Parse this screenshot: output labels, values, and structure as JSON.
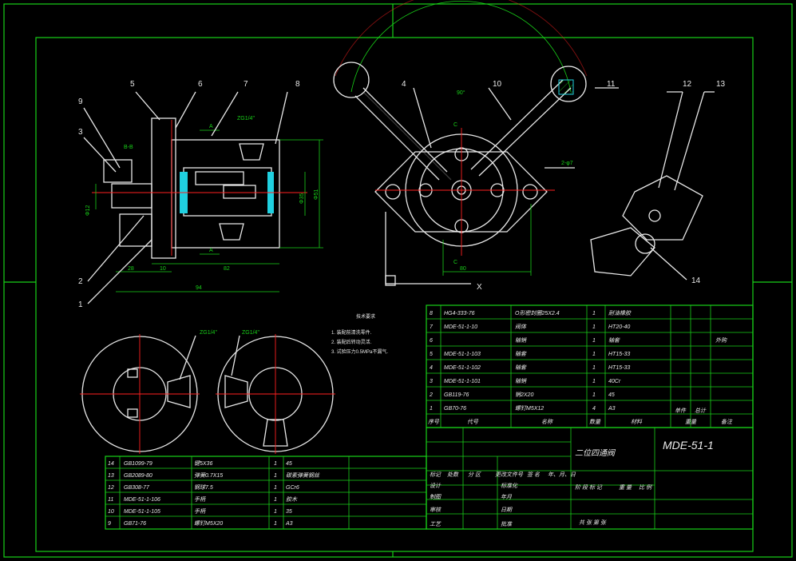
{
  "callouts": {
    "c1": "1",
    "c2": "2",
    "c3": "3",
    "c4": "4",
    "c5": "5",
    "c6": "6",
    "c7": "7",
    "c8": "8",
    "c9": "9",
    "c10": "10",
    "c11": "11",
    "c12": "12",
    "c13": "13",
    "c14": "14"
  },
  "dims": {
    "d_28": "28",
    "d_10": "10",
    "d_82": "82",
    "d_94": "94",
    "d_80": "80",
    "d_90deg": "90°",
    "d_2_47": "2-φ7",
    "d_zg_a": "ZG1/4\"",
    "d_zg_b": "ZG1/4\"",
    "d_zg_c": "ZG1/4\"",
    "sec_A1": "A",
    "sec_A2": "A",
    "sec_B": "B-B",
    "sec_C1": "C",
    "sec_C2": "C",
    "x_axis": "X",
    "d_phi_left": "Φ12",
    "d_phi_r1": "Φ35",
    "d_phi_r2": "Φ51"
  },
  "notes": {
    "title": "技术要求",
    "n1": "1. 装配前清洗零件.",
    "n2": "2. 装配后转动灵活.",
    "n3": "3. 试验压力0.5MPa不漏气."
  },
  "bom_upper": [
    {
      "no": "8",
      "code": "HG4-333-76",
      "name": "O形密封圈25X2.4",
      "qty": "1",
      "mat": "耐油橡胶",
      "note": ""
    },
    {
      "no": "7",
      "code": "MDE-51-1-10",
      "name": "阀体",
      "qty": "1",
      "mat": "HT20-40",
      "note": ""
    },
    {
      "no": "6",
      "code": "",
      "name": "轴销",
      "qty": "1",
      "mat": "轴套",
      "note": "外购"
    },
    {
      "no": "5",
      "code": "MDE-51-1-103",
      "name": "轴套",
      "qty": "1",
      "mat": "HT15-33",
      "note": ""
    },
    {
      "no": "4",
      "code": "MDE-51-1-102",
      "name": "轴套",
      "qty": "1",
      "mat": "HT15-33",
      "note": ""
    },
    {
      "no": "3",
      "code": "MDE-51-1-101",
      "name": "轴销",
      "qty": "1",
      "mat": "40Cr",
      "note": ""
    },
    {
      "no": "2",
      "code": "GB119-76",
      "name": "销2X20",
      "qty": "1",
      "mat": "45",
      "note": ""
    },
    {
      "no": "1",
      "code": "GB70-76",
      "name": "螺钉M5X12",
      "qty": "4",
      "mat": "A3",
      "note": ""
    }
  ],
  "bom_header": {
    "no": "序号",
    "code": "代号",
    "name": "名称",
    "qty": "数量",
    "mat": "材料",
    "single": "单件",
    "total": "总计",
    "weight": "重量",
    "note": "备注"
  },
  "bom_lower": [
    {
      "no": "14",
      "code": "GB1099-79",
      "name": "键5X36",
      "qty": "1",
      "mat": "45"
    },
    {
      "no": "13",
      "code": "GB2089-80",
      "name": "弹簧0.7X15",
      "qty": "1",
      "mat": "碳素弹簧钢丝"
    },
    {
      "no": "12",
      "code": "GB308-77",
      "name": "钢球7.5",
      "qty": "1",
      "mat": "GCr6"
    },
    {
      "no": "11",
      "code": "MDE-51-1-106",
      "name": "手柄",
      "qty": "1",
      "mat": "胶木"
    },
    {
      "no": "10",
      "code": "MDE-51-1-105",
      "name": "手柄",
      "qty": "1",
      "mat": "35"
    },
    {
      "no": "9",
      "code": "GB71-76",
      "name": "螺钉M5X20",
      "qty": "1",
      "mat": "A3"
    }
  ],
  "title_block": {
    "drawing_title": "二位四通阀",
    "drawing_no": "MDE-51-1",
    "rev_row": [
      "标记",
      "处数",
      "分 区",
      "更改文件号",
      "签 名",
      "年、月、日"
    ],
    "design": "设计",
    "standard": "标准化",
    "check": "审核",
    "process": "工艺",
    "approve": "批准",
    "draw": "制图",
    "date_a": "年月",
    "date_b": "日期",
    "stage": "阶 段 标 记",
    "weight": "重 量",
    "scale": "比 例",
    "sheets": "共   张   第   张"
  }
}
